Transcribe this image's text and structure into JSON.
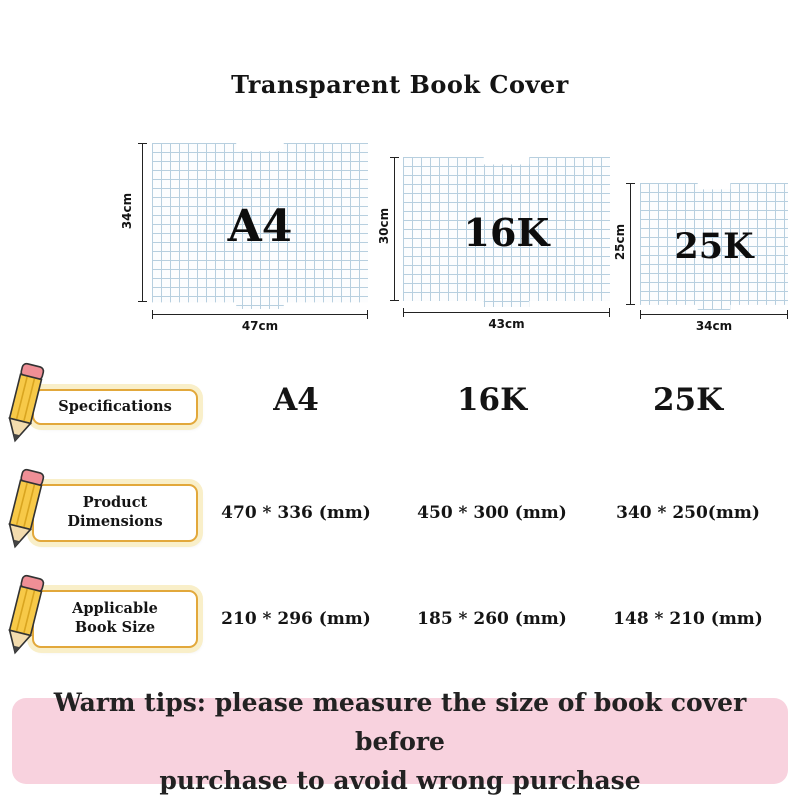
{
  "title": "Transparent Book Cover",
  "covers": [
    {
      "label": "A4",
      "height_label": "34cm",
      "width_label": "47cm"
    },
    {
      "label": "16K",
      "height_label": "30cm",
      "width_label": "43cm"
    },
    {
      "label": "25K",
      "height_label": "25cm",
      "width_label": "34cm"
    }
  ],
  "spec_rows": [
    {
      "label": "Specifications",
      "values": [
        "A4",
        "16K",
        "25K"
      ]
    },
    {
      "label": "Product Dimensions",
      "values": [
        "470 * 336 (mm)",
        "450 * 300 (mm)",
        "340 * 250(mm)"
      ]
    },
    {
      "label": "Applicable Book Size",
      "values": [
        "210 * 296 (mm)",
        "185 * 260 (mm)",
        "148 * 210 (mm)"
      ]
    }
  ],
  "warm_tips": {
    "line1": "Warm tips: please measure the size of book cover before",
    "line2": "purchase to avoid wrong purchase"
  },
  "colors": {
    "banner_border": "#e2a83b",
    "banner_ring": "#f9efc9",
    "warm_tips_bg": "#f8d2de",
    "grid_line": "#b7cfdf",
    "pencil_body": "#f7c948",
    "pencil_eraser": "#ef8f96"
  }
}
